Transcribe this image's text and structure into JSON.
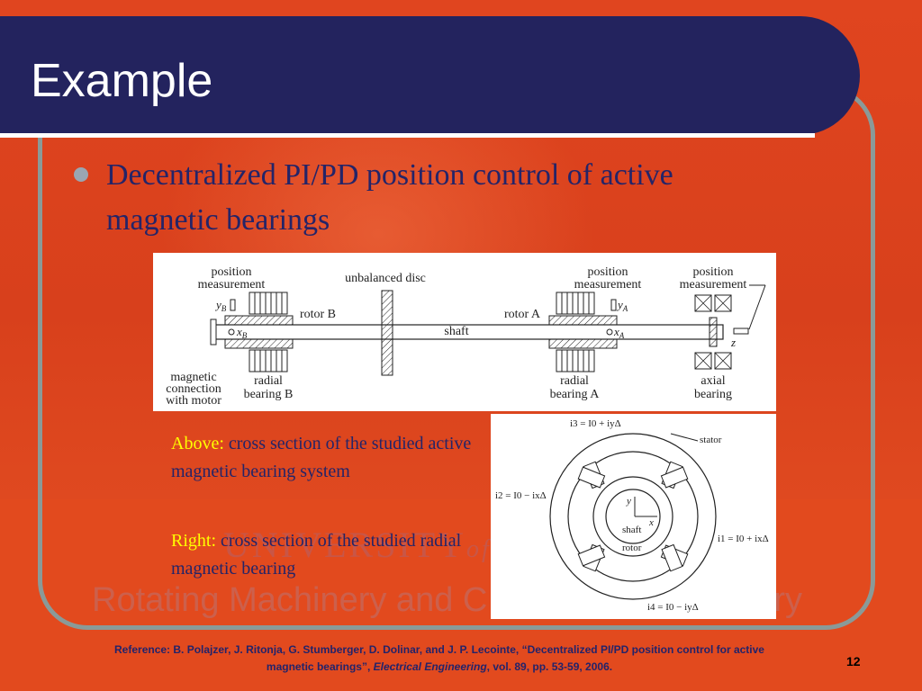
{
  "slide": {
    "title": "Example",
    "bullet": "Decentralized PI/PD position control of active magnetic bearings",
    "page_number": "12"
  },
  "watermark": {
    "university": "UNIVERSITY",
    "university_suffix": "of",
    "lab": "Rotating Machinery and C",
    "lab_tail": "ry"
  },
  "figure1": {
    "labels": {
      "position_measurement_left": [
        "position",
        "measurement"
      ],
      "unbalanced_disc": "unbalanced disc",
      "position_measurement_mid": [
        "position",
        "measurement"
      ],
      "position_measurement_right": [
        "position",
        "measurement"
      ],
      "rotor_b": "rotor B",
      "rotor_a": "rotor A",
      "shaft": "shaft",
      "y_b": "y",
      "y_b_sub": "B",
      "x_b": "x",
      "x_b_sub": "B",
      "y_a": "y",
      "y_a_sub": "A",
      "x_a": "x",
      "x_a_sub": "A",
      "z": "z",
      "magnetic_connection": [
        "magnetic",
        "connection",
        "with motor"
      ],
      "radial_bearing_b": [
        "radial",
        "bearing B"
      ],
      "radial_bearing_a": [
        "radial",
        "bearing A"
      ],
      "axial_bearing": [
        "axial",
        "bearing"
      ]
    }
  },
  "figure2": {
    "labels": {
      "i3": "i3 = I0 + iyΔ",
      "stator": "stator",
      "i2": "i2 = I0 − ixΔ",
      "i1": "i1 = I0 + ixΔ",
      "i4": "i4 = I0 − iyΔ",
      "shaft": "shaft",
      "rotor": "rotor",
      "y": "y",
      "x": "x"
    }
  },
  "captions": {
    "above_label": "Above:",
    "above_text": " cross section of the studied active magnetic bearing system",
    "right_label": "Right:",
    "right_text": " cross section of the studied radial magnetic bearing"
  },
  "reference": {
    "text_part1": "Reference: B. Polajzer, J. Ritonja, G. Stumberger, D. Dolinar, and J. P. Lecointe, “Decentralized PI/PD position control for active magnetic bearings”, ",
    "journal": "Electrical Engineering",
    "text_part2": ", vol. 89, pp. 53-59, 2006."
  }
}
